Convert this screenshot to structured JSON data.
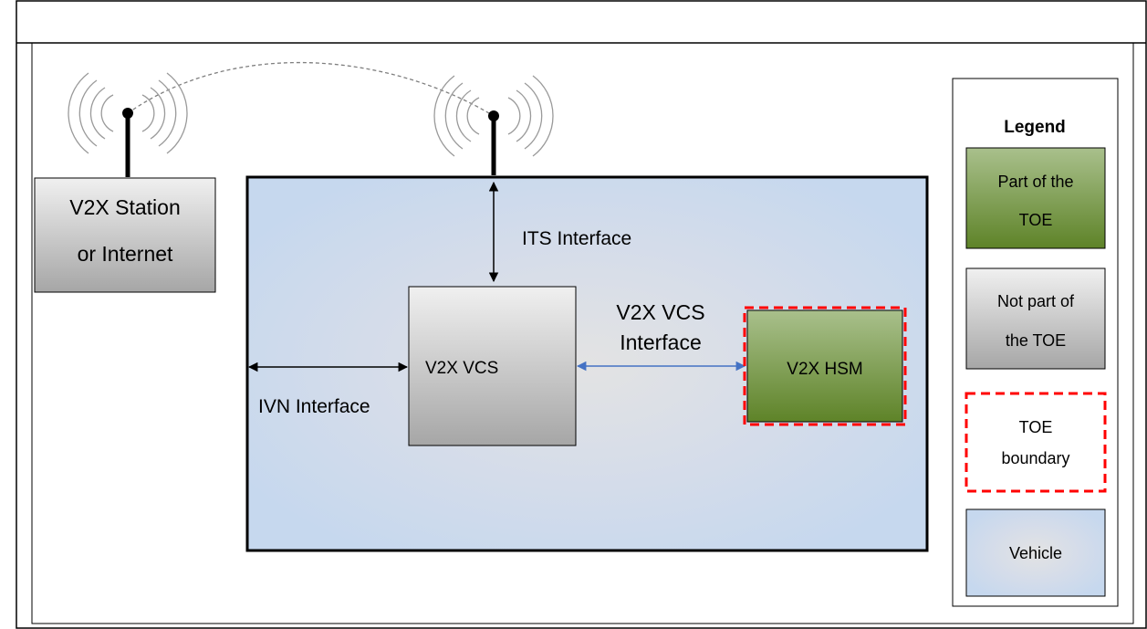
{
  "external": {
    "line1": "V2X Station",
    "line2": "or Internet"
  },
  "vehicle_interfaces": {
    "its": "ITS Interface",
    "ivn": "IVN Interface",
    "vcs_line1": "V2X VCS",
    "vcs_line2": "Interface"
  },
  "components": {
    "vcs": "V2X VCS",
    "hsm": "V2X HSM"
  },
  "legend": {
    "title": "Legend",
    "part_of_toe": [
      "Part of the",
      "TOE"
    ],
    "not_part_of_toe": [
      "Not part of",
      "the TOE"
    ],
    "toe_boundary": [
      "TOE",
      "boundary"
    ],
    "vehicle": "Vehicle"
  },
  "colors": {
    "vehicle_fill": "#c6d8ee",
    "toe_green": "#6b8e3a",
    "boundary_red": "#ff0000",
    "blue_arrow": "#4472c4"
  }
}
